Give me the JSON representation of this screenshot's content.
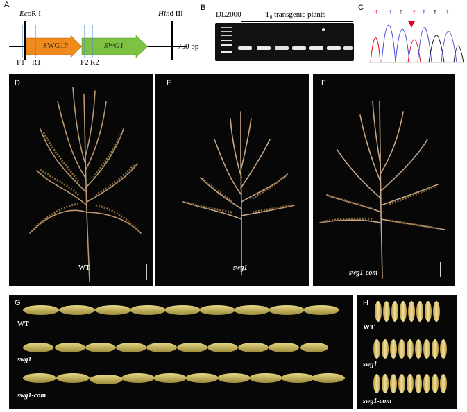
{
  "panel_labels": {
    "a": "A",
    "b": "B",
    "c": "C",
    "d": "D",
    "e": "E",
    "f": "F",
    "g": "G",
    "h": "H"
  },
  "construct": {
    "ecori_italic": "Eco",
    "ecori_roman": "R I",
    "hindiii_italic": "Hin",
    "hindiii_roman": "d III",
    "box1_label": "SWG1P",
    "box2_label": "SWG1",
    "size_label": "750 bp",
    "primers": [
      "F1",
      "R1",
      "F2",
      "R2"
    ],
    "colors": {
      "promoter": "#f08a1c",
      "gene": "#7dc242",
      "primer_line": "#4a86c5"
    }
  },
  "gel": {
    "marker_label": "DL2000",
    "header_prefix": "T",
    "header_subscript": "0",
    "header_suffix": " transgenic plants"
  },
  "chromatogram": {
    "arrow_color": "#e3001b"
  },
  "panicles": {
    "d_caption": "WT",
    "e_caption": "swg1",
    "f_caption": "swg1-com"
  },
  "grains": {
    "g_rows": [
      "WT",
      "swg1",
      "swg1-com"
    ],
    "h_rows": [
      "WT",
      "swg1",
      "swg1-com"
    ]
  }
}
